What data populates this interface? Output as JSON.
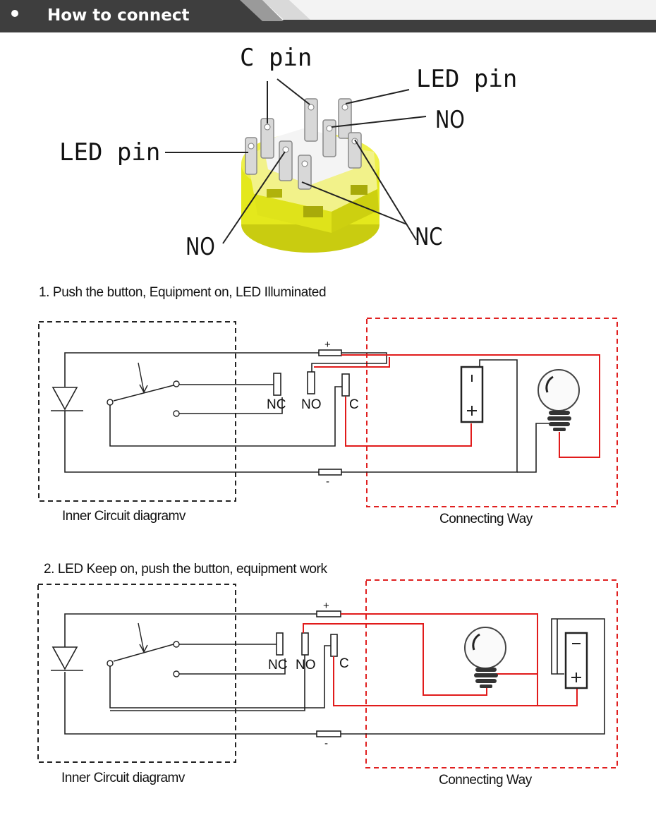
{
  "header": {
    "title": "How to connect",
    "colors": {
      "bar": "#3e3e3e",
      "stripe": "#cfcfcf"
    }
  },
  "switch_photo": {
    "labels": {
      "c_pin": "C pin",
      "led_pin_right": "LED pin",
      "no_right": "NO",
      "led_pin_left": "LED pin",
      "no_left": "NO",
      "nc": "NC"
    },
    "colors": {
      "body": "#e4e81c",
      "pins": "#cfcfcf"
    }
  },
  "diagram1": {
    "title": "1. Push the button, Equipment on, LED Illuminated",
    "terminals": {
      "nc": "NC",
      "no": "NO",
      "c": "C"
    },
    "plus": "+",
    "minus": "-",
    "inner_caption": "Inner Circuit diagramv",
    "connect_caption": "Connecting Way"
  },
  "diagram2": {
    "title": "2. LED Keep on, push the button, equipment work",
    "terminals": {
      "nc": "NC",
      "no": "NO",
      "c": "C"
    },
    "plus": "+",
    "minus": "-",
    "inner_caption": "Inner Circuit diagramv",
    "connect_caption": "Connecting Way"
  },
  "colors": {
    "wire_red": "#e11b1b",
    "dashed_red": "#e02020",
    "wire_black": "#222222"
  }
}
